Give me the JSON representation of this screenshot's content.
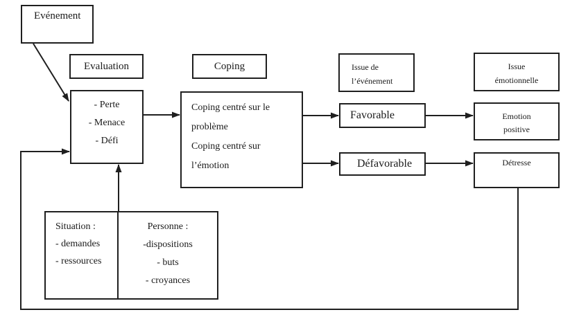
{
  "diagram": {
    "boxes": {
      "evenement": {
        "label": "Evénement"
      },
      "evaluation": {
        "label": "Evaluation"
      },
      "appraisal": {
        "lines": [
          "- Perte",
          "- Menace",
          "- Défi"
        ]
      },
      "coping_label": {
        "label": "Coping"
      },
      "coping": {
        "lines": [
          "Coping centré sur le",
          "problème",
          "Coping centré sur",
          "l’émotion"
        ]
      },
      "issue_evenement": {
        "lines": [
          "Issue de",
          "l’événement"
        ]
      },
      "favorable": {
        "label": "Favorable"
      },
      "defavorable": {
        "label": "Défavorable"
      },
      "issue_emotionnelle": {
        "lines": [
          "Issue",
          "émotionnelle"
        ]
      },
      "emotion_positive": {
        "lines": [
          "Emotion",
          "positive"
        ]
      },
      "detresse": {
        "label": "Détresse"
      },
      "situation": {
        "lines": [
          "Situation :",
          "- demandes",
          "- ressources"
        ]
      },
      "personne": {
        "lines": [
          "Personne :",
          "-dispositions",
          "- buts",
          "- croyances"
        ]
      }
    },
    "colors": {
      "line": "#1f1f1f",
      "background": "#ffffff",
      "text": "#1a1a1a"
    }
  }
}
